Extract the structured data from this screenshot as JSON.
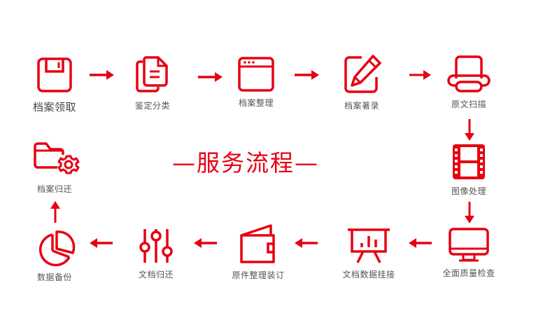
{
  "title": "—服务流程—",
  "accent_color": "#e60012",
  "steps": [
    {
      "label": "档案领取",
      "icon": "floppy-disk-icon"
    },
    {
      "label": "鉴定分类",
      "icon": "documents-icon"
    },
    {
      "label": "档案整理",
      "icon": "browser-window-icon"
    },
    {
      "label": "档案著录",
      "icon": "edit-pencil-icon"
    },
    {
      "label": "原文扫描",
      "icon": "printer-scanner-icon"
    },
    {
      "label": "图像处理",
      "icon": "film-strip-icon"
    },
    {
      "label": "全面质量检查",
      "icon": "monitor-icon"
    },
    {
      "label": "文档数据挂接",
      "icon": "presentation-board-icon"
    },
    {
      "label": "原件整理装订",
      "icon": "wallet-icon"
    },
    {
      "label": "文档归还",
      "icon": "sliders-icon"
    },
    {
      "label": "数据备份",
      "icon": "pie-chart-icon"
    },
    {
      "label": "档案归还",
      "icon": "folder-gear-icon"
    }
  ]
}
